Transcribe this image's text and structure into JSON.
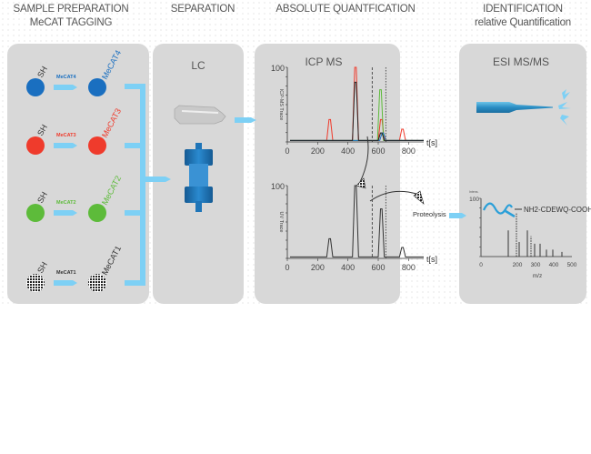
{
  "headers": {
    "sample_prep_line1": "SAMPLE PREPARATION",
    "sample_prep_line2": "MeCAT TAGGING",
    "separation": "SEPARATION",
    "absolute_quant": "ABSOLUTE QUANTFICATION",
    "identification_line1": "IDENTIFICATION",
    "identification_line2": "relative Quantification"
  },
  "sample_prep": {
    "rows": [
      {
        "thiol": "SH",
        "reagent": "MeCAT4",
        "tagged": "MeCAT4",
        "color": "#1a6fc0"
      },
      {
        "thiol": "SH",
        "reagent": "MeCAT3",
        "tagged": "MeCAT3",
        "color": "#ef3b2c"
      },
      {
        "thiol": "SH",
        "reagent": "MeCAT2",
        "tagged": "MeCAT2",
        "color": "#5dbb3a"
      },
      {
        "thiol": "SH",
        "reagent": "MeCAT1",
        "tagged": "MeCAT1",
        "color": "#222222"
      }
    ],
    "arrow_color": "#7dd0f5"
  },
  "separation": {
    "label": "LC",
    "column_color": "#1f75b8"
  },
  "absolute": {
    "icp_label": "ICP MS",
    "icp_ylabel": "ICP-MS Trace",
    "uv_ylabel": "UV Trace",
    "x_unit": "t[s]",
    "y_max": "100",
    "x_ticks": [
      "0",
      "200",
      "400",
      "600",
      "800"
    ]
  },
  "identification": {
    "esi_label": "ESI MS/MS",
    "proteolysis": "Proteolysis",
    "peptide": "NH2-CDEWQ-COOH",
    "spectrum_ylabel": "Intens.",
    "spectrum_ymax": "100",
    "spectrum_xlabel": "m/z",
    "spectrum_x_ticks": [
      "0",
      "200",
      "300",
      "400",
      "500"
    ]
  },
  "chart_data": [
    {
      "type": "line",
      "title": "ICP MS",
      "xlabel": "t[s]",
      "ylabel": "ICP-MS Trace",
      "xlim": [
        0,
        900
      ],
      "ylim": [
        0,
        100
      ],
      "x_ticks": [
        0,
        200,
        400,
        600,
        800
      ],
      "series": [
        {
          "name": "MeCAT3 (red)",
          "color": "#ef3b2c",
          "peaks": [
            {
              "x": 280,
              "y": 30
            },
            {
              "x": 450,
              "y": 100
            },
            {
              "x": 620,
              "y": 30
            },
            {
              "x": 760,
              "y": 17
            }
          ]
        },
        {
          "name": "MeCAT2 (green)",
          "color": "#5dbb3a",
          "peaks": [
            {
              "x": 615,
              "y": 70
            }
          ]
        },
        {
          "name": "MeCAT4 (blue)",
          "color": "#1a6fc0",
          "peaks": [
            {
              "x": 630,
              "y": 12
            }
          ]
        },
        {
          "name": "MeCAT1 (black)",
          "color": "#222222",
          "peaks": [
            {
              "x": 450,
              "y": 80
            },
            {
              "x": 620,
              "y": 12
            }
          ]
        }
      ],
      "annotations": [
        "dashed window at ~560 s",
        "dashed window at ~650 s"
      ]
    },
    {
      "type": "line",
      "title": "UV Trace",
      "xlabel": "t[s]",
      "ylabel": "UV Trace",
      "xlim": [
        0,
        900
      ],
      "ylim": [
        0,
        100
      ],
      "x_ticks": [
        0,
        200,
        400,
        600,
        800
      ],
      "series": [
        {
          "name": "UV",
          "color": "#333333",
          "peaks": [
            {
              "x": 280,
              "y": 27
            },
            {
              "x": 450,
              "y": 100
            },
            {
              "x": 620,
              "y": 68
            },
            {
              "x": 760,
              "y": 15
            }
          ]
        }
      ],
      "annotations": [
        "dashed window at ~560 s",
        "dotted window at ~650 s"
      ]
    },
    {
      "type": "bar",
      "title": "MS/MS spectrum",
      "xlabel": "m/z",
      "ylabel": "Intens.",
      "xlim": [
        0,
        500
      ],
      "ylim": [
        0,
        100
      ],
      "x_ticks": [
        0,
        200,
        300,
        400,
        500
      ],
      "values": [
        {
          "x": 150,
          "y": 45
        },
        {
          "x": 195,
          "y": 75
        },
        {
          "x": 210,
          "y": 25
        },
        {
          "x": 255,
          "y": 45
        },
        {
          "x": 275,
          "y": 35
        },
        {
          "x": 295,
          "y": 22
        },
        {
          "x": 325,
          "y": 22
        },
        {
          "x": 360,
          "y": 12
        },
        {
          "x": 395,
          "y": 12
        },
        {
          "x": 445,
          "y": 8
        }
      ]
    }
  ]
}
